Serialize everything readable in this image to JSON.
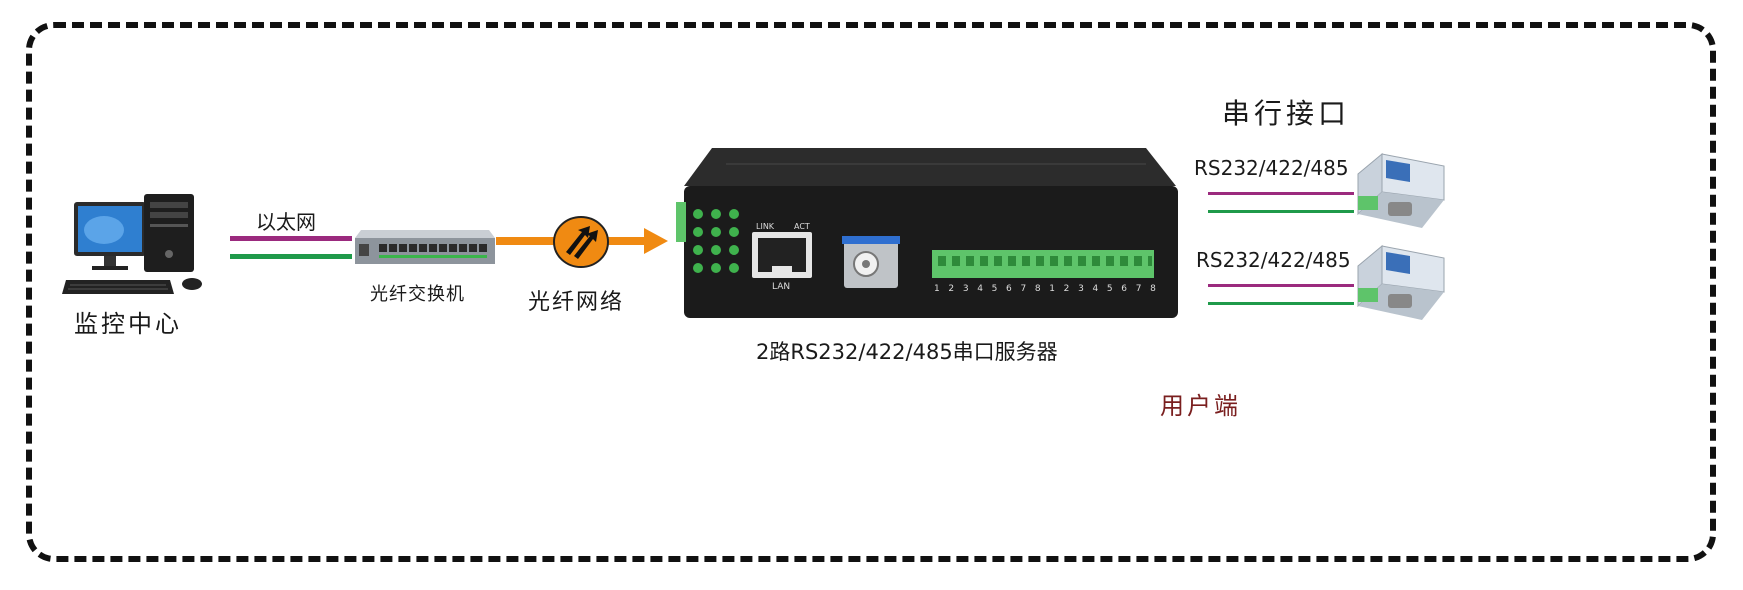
{
  "labels": {
    "monitor_center": "监控中心",
    "ethernet": "以太网",
    "fiber_switch": "光纤交换机",
    "fiber_network": "光纤网络",
    "server_caption": "2路RS232/422/485串口服务器",
    "serial_interface": "串行接口",
    "serial_port_1": "RS232/422/485",
    "serial_port_2": "RS232/422/485",
    "user_end": "用户端"
  },
  "device": {
    "lan_label": "LAN",
    "link_label": "LINK",
    "act_label": "ACT",
    "terminal_numbers": [
      "1",
      "2",
      "3",
      "4",
      "5",
      "6",
      "7",
      "8",
      "1",
      "2",
      "3",
      "4",
      "5",
      "6",
      "7",
      "8"
    ]
  },
  "colors": {
    "ethernet_line_top": "#9b2a7e",
    "ethernet_line_bottom": "#1f9a4a",
    "fiber_arrow": "#f08a12",
    "user_end_text": "#7a1f1f",
    "device_body": "#1b1b1b",
    "terminal_green": "#5ec46a"
  },
  "icons": [
    "computer-icon",
    "fiber-switch-icon",
    "fiber-network-icon",
    "serial-converter-icon"
  ]
}
